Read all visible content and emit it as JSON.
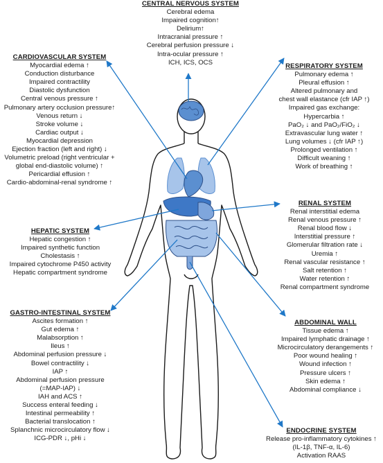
{
  "colors": {
    "arrow": "#1f78c8",
    "organ": "#5b8fd0",
    "organ_light": "#a7c4ea",
    "outline": "#1a1a1a"
  },
  "systems": {
    "cns": {
      "title": "CENTRAL NERVOUS SYSTEM",
      "items": [
        "Cerebral edema",
        "Impaired cognition↑",
        "Delirium↑",
        "Intracranial pressure ↑",
        "Cerebral perfusion pressure ↓",
        "Intra-ocular pressure ↑",
        "ICH, ICS, OCS"
      ]
    },
    "cardio": {
      "title": "CARDIOVASCULAR SYSTEM",
      "items": [
        "Myocardial edema ↑",
        "Conduction disturbance",
        "Impaired contractility",
        "Diastolic dysfunction",
        "Central venous pressure ↑",
        "Pulmonary artery occlusion pressure↑",
        "Venous return ↓",
        "Stroke volume ↓",
        "Cardiac output ↓",
        "Myocardial depression",
        "Ejection fraction (left and right) ↓",
        "Volumetric preload (right ventricular +",
        "global end-diastolic volume) ↑",
        "Pericardial effusion ↑",
        "Cardio-abdominal-renal syndrome ↑"
      ]
    },
    "resp": {
      "title": "RESPIRATORY SYSTEM",
      "items": [
        "Pulmonary edema ↑",
        "Pleural effusion ↑",
        "Altered pulmonary and",
        "chest wall elastance (cfr IAP ↑)",
        "Impaired gas exchange:",
        "Hypercarbia ↑",
        "PaO₂ ↓ and PaO₂/FiO₂ ↓",
        "Extravascular lung water ↑",
        "Lung volumes ↓ (cfr IAP ↑)",
        "Prolonged ventilation ↑",
        "Difficult weaning ↑",
        "Work of breathing ↑"
      ]
    },
    "hepatic": {
      "title": "HEPATIC SYSTEM",
      "items": [
        "Hepatic congestion ↑",
        "Impaired synthetic function",
        "Cholestasis ↑",
        "Impaired cytochrome P450 activity",
        "Hepatic compartment syndrome"
      ]
    },
    "renal": {
      "title": "RENAL SYSTEM",
      "items": [
        "Renal interstitial edema",
        "Renal venous pressure ↑",
        "Renal blood flow ↓",
        "Interstitial pressure ↑",
        "Glomerular filtration rate ↓",
        "Uremia ↑",
        "Renal vascular resistance ↑",
        "Salt retention ↑",
        "Water retention ↑",
        "Renal compartment syndrome"
      ]
    },
    "gi": {
      "title": "GASTRO-INTESTINAL SYSTEM",
      "items": [
        "Ascites formation ↑",
        "Gut edema ↑",
        "Malabsorption ↑",
        "Ileus ↑",
        "Abdominal perfusion pressure ↓",
        "Bowel contractility ↓",
        "IAP ↑",
        "Abdominal perfusion pressure",
        "(=MAP-IAP) ↓",
        "IAH and ACS ↑",
        "Success enteral feeding ↓",
        "Intestinal permeability ↑",
        "Bacterial translocation ↑",
        "Splanchnic microcirculatory flow ↓",
        "ICG-PDR ↓, pHi ↓"
      ]
    },
    "abdominal": {
      "title": "ABDOMINAL WALL",
      "items": [
        "Tissue edema ↑",
        "Impaired lymphatic drainage ↑",
        "Microcirculatory derangements ↑",
        "Poor wound healing ↑",
        "Wound infection ↑",
        "Pressure ulcers ↑",
        "Skin edema ↑",
        "Abdominal compliance ↓"
      ]
    },
    "endocrine": {
      "title": "ENDOCRINE SYSTEM",
      "items": [
        "Release pro-inflammatory cytokines ↑",
        "(IL-1β, TNF-α, IL-6)",
        "Activation RAAS"
      ]
    }
  }
}
